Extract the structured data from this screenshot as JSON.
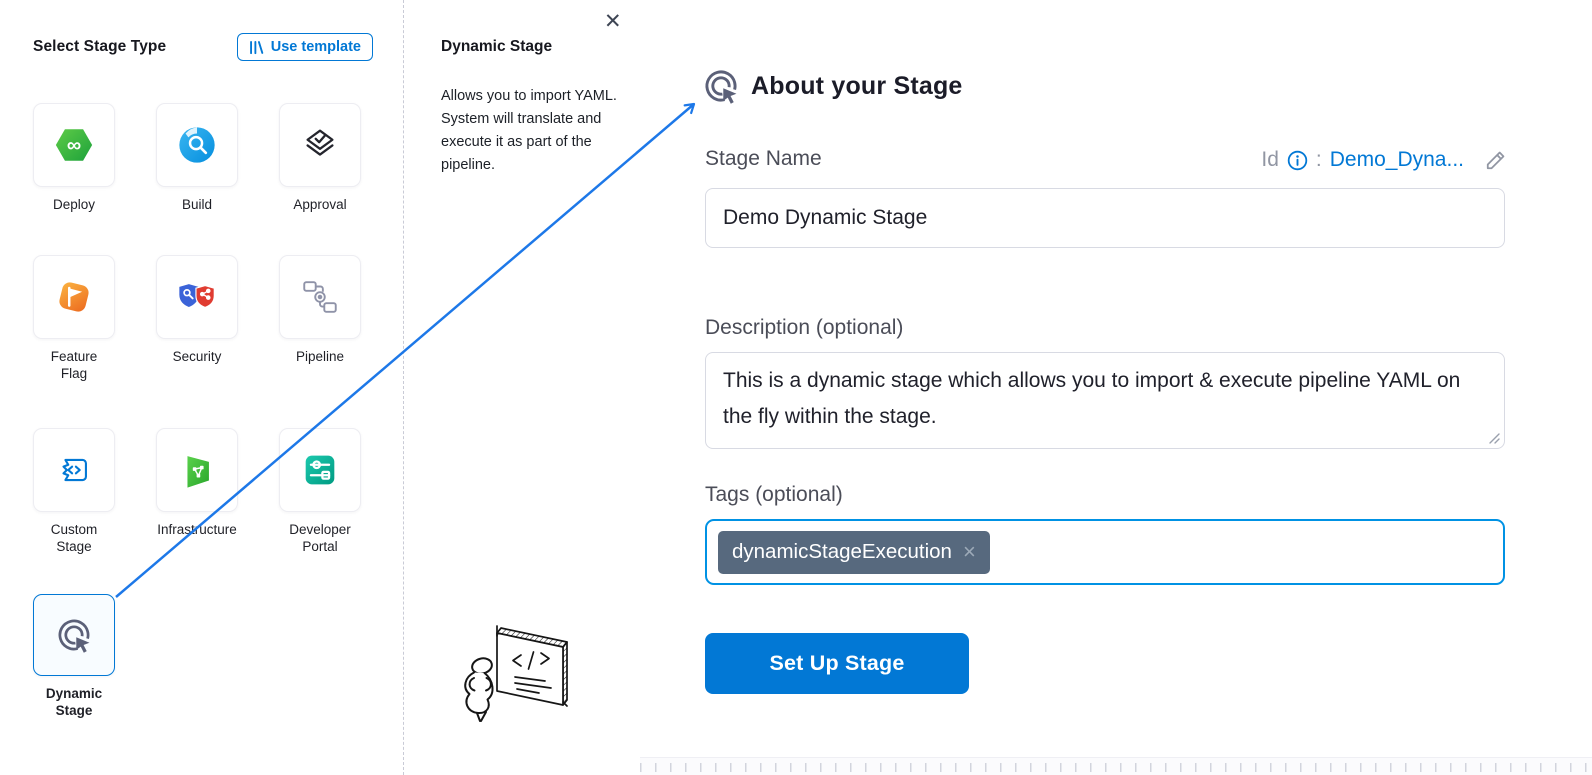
{
  "colors": {
    "accent_blue": "#0278d5",
    "focus_blue": "#0092e4",
    "arrow_blue": "#1d78e8",
    "tag_chip_bg": "#57697e",
    "label_slate": "#4b4d58",
    "heading_dark": "#1b1c28"
  },
  "icons": {
    "close": "✕",
    "tag_remove": "×"
  },
  "left_panel": {
    "title": "Select Stage Type",
    "use_template_label": "Use template",
    "stages": [
      {
        "label": "Deploy",
        "icon": "deploy-icon"
      },
      {
        "label": "Build",
        "icon": "build-icon"
      },
      {
        "label": "Approval",
        "icon": "approval-icon"
      },
      {
        "label": "Feature\nFlag",
        "icon": "feature-flag-icon"
      },
      {
        "label": "Security",
        "icon": "security-icon"
      },
      {
        "label": "Pipeline",
        "icon": "pipeline-icon"
      },
      {
        "label": "Custom\nStage",
        "icon": "custom-stage-icon"
      },
      {
        "label": "Infrastructure",
        "icon": "infrastructure-icon"
      },
      {
        "label": "Developer\nPortal",
        "icon": "developer-portal-icon"
      },
      {
        "label": "Dynamic\nStage",
        "icon": "dynamic-stage-icon",
        "selected": true
      }
    ]
  },
  "info_panel": {
    "title": "Dynamic Stage",
    "description": "Allows you to import YAML. System will translate and execute it as part of the pipeline."
  },
  "about_panel": {
    "title": "About your Stage",
    "stage_name_label": "Stage Name",
    "stage_name_value": "Demo Dynamic Stage",
    "id_label": "Id",
    "id_colon": ":",
    "id_value": "Demo_Dyna...",
    "description_label": "Description (optional)",
    "description_value": "This is a dynamic stage which allows you to import & execute pipeline YAML on the fly within the stage.",
    "tags_label": "Tags (optional)",
    "tags": [
      {
        "label": "dynamicStageExecution"
      }
    ],
    "setup_button_label": "Set Up Stage"
  }
}
